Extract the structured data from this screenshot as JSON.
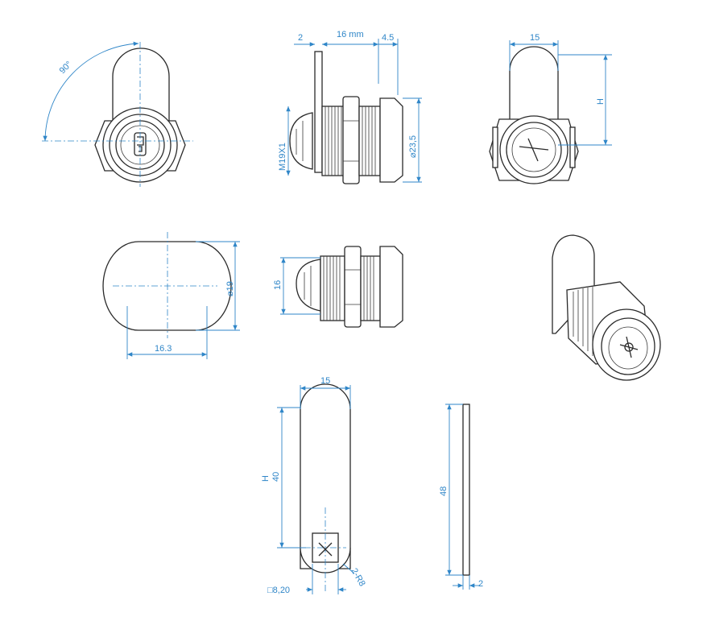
{
  "dimensions": {
    "angle_90": "90°",
    "flange_thickness_2": "2",
    "body_length_16mm": "16 mm",
    "head_offset_4_5": "4.5",
    "thread_m19": "M19X1",
    "head_dia_23_5": "23,5",
    "cam_width_15_top": "15",
    "cam_height_H": "H",
    "cutout_dia_19": "19",
    "cutout_flat_16_3": "16.3",
    "thread_height_16": "16",
    "cam_width_15_bottom": "15",
    "cam_H": "H",
    "cam_40": "40",
    "cam_length_48": "48",
    "cam_radius_r8": "2-R8",
    "cam_square_8_20": "□8,20",
    "cam_thickness_2": "2"
  },
  "colors": {
    "line": "#2a2a2a",
    "dimension": "#2f86c8",
    "background": "#ffffff"
  }
}
